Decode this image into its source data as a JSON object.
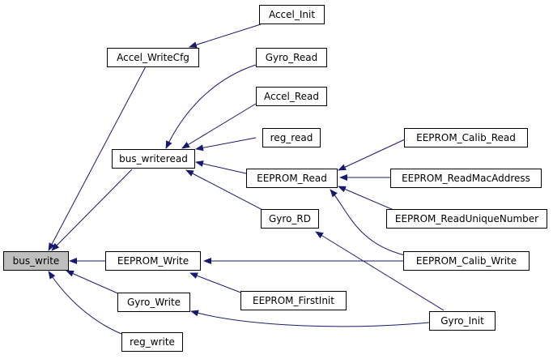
{
  "graph": {
    "nodes": {
      "bus_write": "bus_write",
      "accel_writecfg": "Accel_WriteCfg",
      "accel_init": "Accel_Init",
      "gyro_read": "Gyro_Read",
      "accel_read": "Accel_Read",
      "reg_read": "reg_read",
      "bus_writeread": "bus_writeread",
      "eeprom_read": "EEPROM_Read",
      "eeprom_calib_read": "EEPROM_Calib_Read",
      "eeprom_readmacaddress": "EEPROM_ReadMacAddress",
      "eeprom_readuniquenumber": "EEPROM_ReadUniqueNumber",
      "gyro_rd": "Gyro_RD",
      "eeprom_write": "EEPROM_Write",
      "eeprom_calib_write": "EEPROM_Calib_Write",
      "eeprom_firstinit": "EEPROM_FirstInit",
      "gyro_write": "Gyro_Write",
      "gyro_init": "Gyro_Init",
      "reg_write": "reg_write"
    },
    "colors": {
      "root_fill": "#bfbfbf",
      "node_fill": "#ffffff",
      "edge": "#191970",
      "border": "#000000"
    }
  }
}
